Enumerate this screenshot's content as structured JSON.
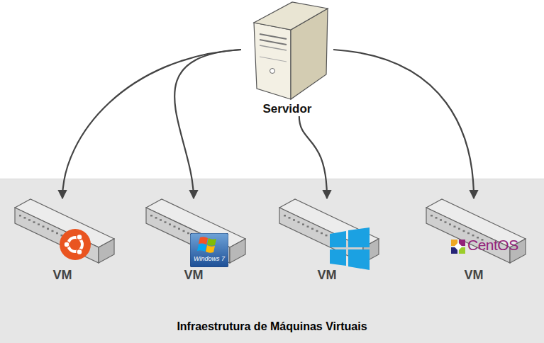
{
  "diagram": {
    "nodes": [
      {
        "text": [
          "Servidor"
        ]
      },
      {
        "text": [
          "Infraestrutura de Máquinas Virtuais"
        ]
      },
      {
        "text": [
          "VM"
        ],
        "in": 1
      },
      {
        "text": [
          "VM"
        ],
        "in": 1
      },
      {
        "text": [
          "VM"
        ],
        "in": 1
      },
      {
        "text": [
          "VM"
        ],
        "in": 1
      }
    ],
    "edges": [
      {
        "from": 0,
        "to": 2,
        "arrow": "to"
      },
      {
        "from": 0,
        "to": 3,
        "arrow": "to"
      },
      {
        "from": 0,
        "to": 4,
        "arrow": "to"
      },
      {
        "from": 0,
        "to": 5,
        "arrow": "to"
      }
    ],
    "labels": [
      "Windows 7",
      "CentOS"
    ]
  }
}
